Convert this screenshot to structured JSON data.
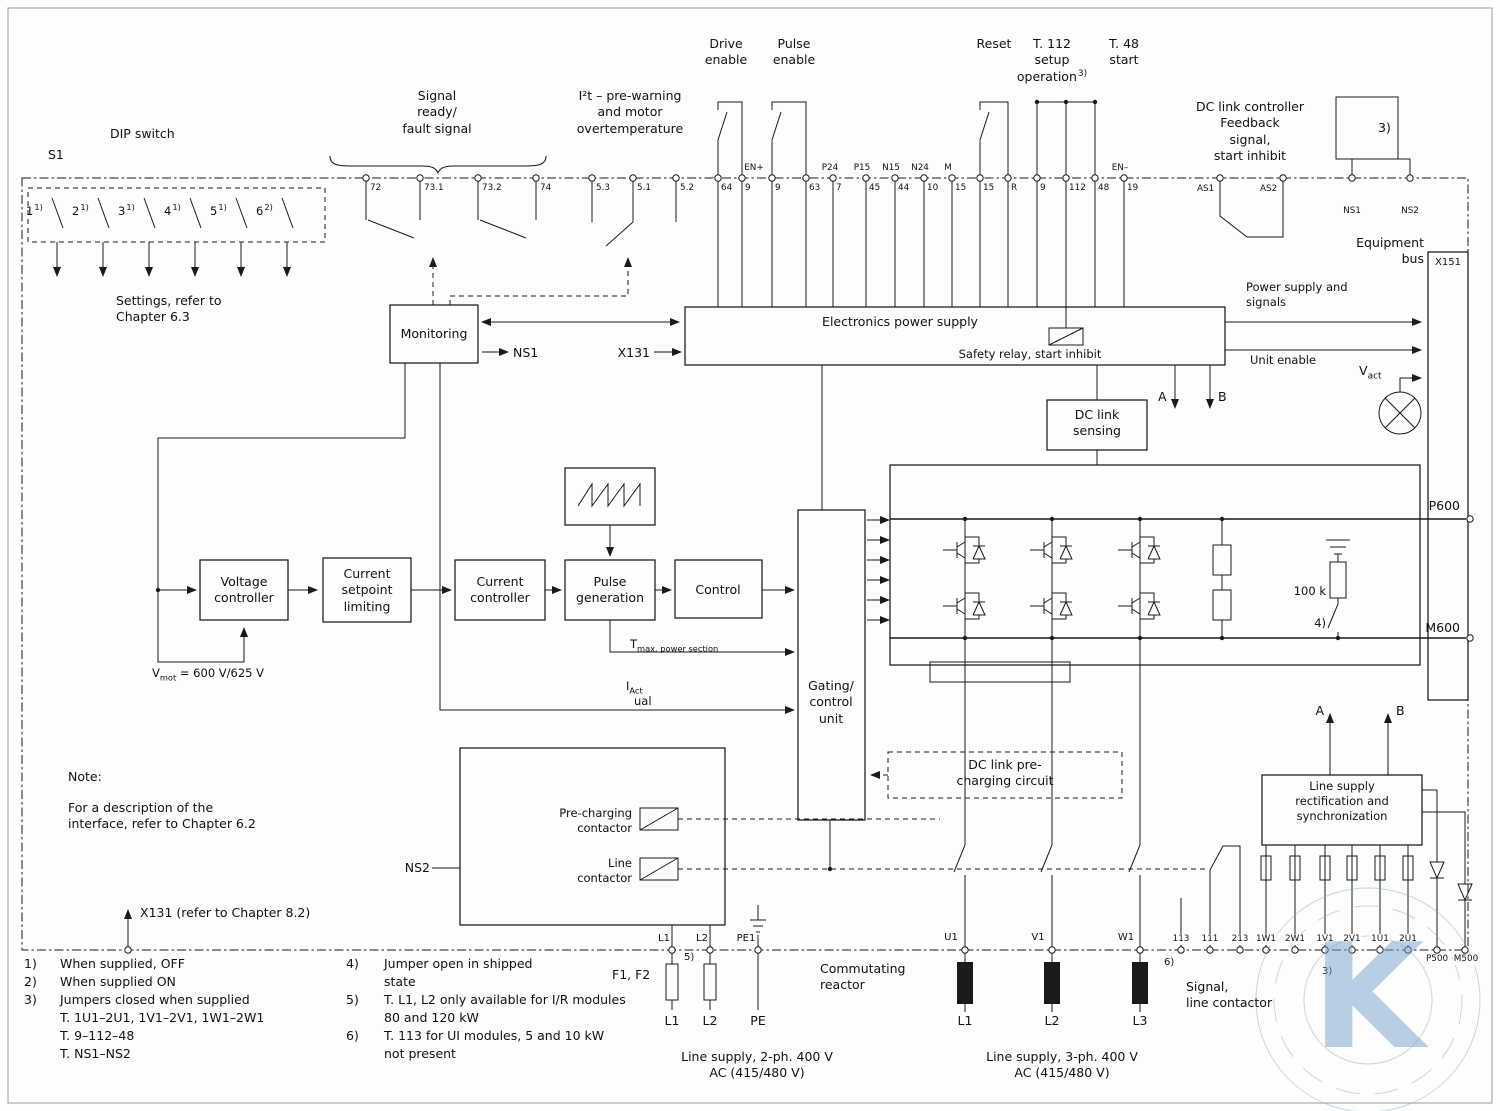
{
  "watermark": {
    "letter": "K"
  },
  "top": {
    "s1": "S1",
    "dip_switch": "DIP switch",
    "dip": [
      {
        "n": "1",
        "f": "1)"
      },
      {
        "n": "2",
        "f": "1)"
      },
      {
        "n": "3",
        "f": "1)"
      },
      {
        "n": "4",
        "f": "1)"
      },
      {
        "n": "5",
        "f": "1)"
      },
      {
        "n": "6",
        "f": "2)"
      }
    ],
    "settings1": "Settings, refer to",
    "settings2": "Chapter 6.3",
    "sig1": "Signal",
    "sig2": "ready/",
    "sig3": "fault signal",
    "i2t1": "I²t – pre-warning",
    "i2t2": "and motor",
    "i2t3": "overtemperature",
    "drive1": "Drive",
    "drive2": "enable",
    "pulse1": "Pulse",
    "pulse2": "enable",
    "reset": "Reset",
    "t112_1": "T. 112",
    "t112_2": "setup",
    "t112_3": "operation",
    "t112_f": "3)",
    "t48_1": "T. 48",
    "t48_2": "start",
    "dcc1": "DC link controller",
    "dcc2": "Feedback",
    "dcc3": "signal,",
    "dcc4": "start inhibit",
    "ns_jumper_f": "3)",
    "eq1": "Equipment",
    "eq2": "bus",
    "x151": "X151"
  },
  "terms": {
    "top": [
      "72",
      "73.1",
      "73.2",
      "74",
      "5.3",
      "5.1",
      "5.2",
      "64",
      "9",
      "9",
      "63",
      "7",
      "45",
      "44",
      "10",
      "15",
      "15",
      "R",
      "9",
      "112",
      "48",
      "19",
      "AS1",
      "AS2"
    ],
    "upper": [
      "EN+",
      "P24",
      "P15",
      "N15",
      "N24",
      "M",
      "EN–"
    ],
    "ns1": "NS1",
    "ns2": "NS2"
  },
  "mid": {
    "monitoring": "Monitoring",
    "ns1": "NS1",
    "x131": "X131",
    "eps": "Electronics power supply",
    "safety": "Safety relay, start inhibit",
    "ps1": "Power supply and",
    "ps2": "signals",
    "unit_enable": "Unit enable",
    "vact_b": "V",
    "vact_s": "act",
    "a": "A",
    "b": "B",
    "dcs1": "DC link",
    "dcs2": "sensing"
  },
  "chain": {
    "vc1": "Voltage",
    "vc2": "controller",
    "cs1": "Current",
    "cs2": "setpoint",
    "cs3": "limiting",
    "cc1": "Current",
    "cc2": "controller",
    "pg1": "Pulse",
    "pg2": "generation",
    "ctrl": "Control",
    "vmot_b": "V",
    "vmot_s": "mot",
    "vmot_r": " = 600 V/625 V",
    "tmax_b": "T",
    "tmax_s": "max. power section",
    "iact_b": "I",
    "iact_s": "Act",
    "iact_2": "ual",
    "g1": "Gating/",
    "g2": "control",
    "g3": "unit"
  },
  "power": {
    "p600": "P600",
    "m600": "M600",
    "r": "100 k",
    "f4": "4)"
  },
  "bottom": {
    "pc1": "DC link pre-",
    "pc2": "charging circuit",
    "ls1": "Line supply",
    "ls2": "rectification and",
    "ls3": "synchronization",
    "a": "A",
    "b": "B",
    "pcc1": "Pre-charging",
    "pcc2": "contactor",
    "lc1": "Line",
    "lc2": "contactor",
    "ns2": "NS2",
    "note": "Note:",
    "note1": "For a description of the",
    "note2": "interface, refer to Chapter 6.2",
    "x131": "X131 (refer to Chapter 8.2)",
    "f1f2": "F1, F2",
    "f5": "5)",
    "f6": "6)",
    "f3": "3)",
    "terms": [
      "L1",
      "L2",
      "PE1"
    ],
    "l1": "L1",
    "l2": "L2",
    "pe": "PE",
    "phase": [
      "U1",
      "V1",
      "W1"
    ],
    "pl1": "L1",
    "pl2": "L2",
    "pl3": "L3",
    "comm1": "Commutating",
    "comm2": "reactor",
    "slc1": "Signal,",
    "slc2": "line contactor",
    "s2a": "Line supply, 2-ph. 400 V",
    "s2b": "AC (415/480 V)",
    "s3a": "Line supply, 3-ph. 400 V",
    "s3b": "AC (415/480 V)",
    "rterms": [
      "113",
      "111",
      "213",
      "1W1",
      "2W1",
      "1V1",
      "2V1",
      "1U1",
      "2U1"
    ],
    "p500": "P500",
    "m500": "M500"
  },
  "fn": {
    "n1": "1)",
    "t1": "When supplied, OFF",
    "n2": "2)",
    "t2": "When supplied ON",
    "n3": "3)",
    "t3a": "Jumpers closed when supplied",
    "t3b": "T. 1U1–2U1, 1V1–2V1, 1W1–2W1",
    "t3c": "T. 9–112–48",
    "t3d": "T. NS1–NS2",
    "n4": "4)",
    "t4a": "Jumper open in shipped",
    "t4b": "state",
    "n5": "5)",
    "t5a": "T. L1, L2 only available for I/R modules",
    "t5b": "80 and 120 kW",
    "n6": "6)",
    "t6a": "T. 113 for UI modules, 5 and 10 kW",
    "t6b": "not present"
  }
}
